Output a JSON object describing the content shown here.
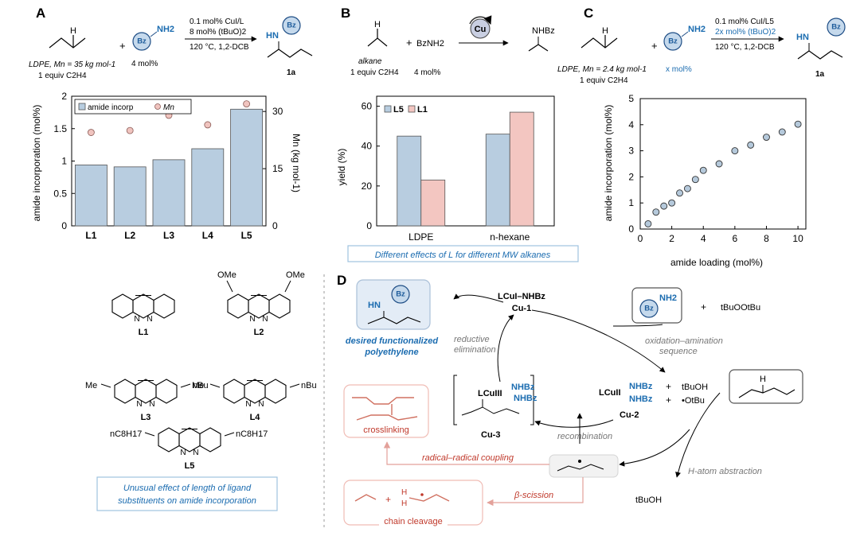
{
  "panel_labels": {
    "a": "A",
    "b": "B",
    "c": "C",
    "d": "D"
  },
  "colors": {
    "bar_blue": "#b8cde0",
    "bar_red": "#f3c6c1",
    "dot_pink": "#f0c4bf",
    "dot_blue": "#b5c9db",
    "accent_blue": "#1b6cb0",
    "side_red": "#c0392b"
  },
  "panel_a": {
    "conditions_1": "0.1 mol% CuI/L",
    "conditions_2": "8 mol% (tBuO)2",
    "conditions_3": "120 °C, 1,2-DCB",
    "substrate_1": "LDPE, Mn = 35 kg mol-1",
    "substrate_2": "1 equiv C2H4",
    "reagent_amount": "4 mol%",
    "bz_label": "Bz",
    "nh2": "NH2",
    "hn": "HN",
    "h": "H",
    "plus": "+",
    "product": "1a"
  },
  "panel_b": {
    "cu": "Cu",
    "reagent": "BzNH2",
    "product_group": "NHBz",
    "substrate_1": "alkane",
    "substrate_2": "1 equiv C2H4",
    "reagent_amount": "4 mol%",
    "h": "H",
    "plus": "+",
    "caption": "Different effects of L for different MW alkanes"
  },
  "panel_c": {
    "conditions_1": "0.1 mol% CuI/L5",
    "conditions_2": "2x mol% (tBuO)2",
    "conditions_3": "120 °C, 1,2-DCB",
    "substrate_1": "LDPE, Mn = 2.4 kg mol-1",
    "substrate_2": "1 equiv C2H4",
    "reagent_amount": "x mol%",
    "bz_label": "Bz",
    "nh2": "NH2",
    "hn": "HN",
    "h": "H",
    "plus": "+",
    "product": "1a"
  },
  "ligands": {
    "names": [
      "L1",
      "L2",
      "L3",
      "L4",
      "L5"
    ],
    "substituents": {
      "l2": "OMe",
      "l3": "Me",
      "l4": "nBu",
      "l5": "nC8H17"
    },
    "n": "N",
    "caption": "Unusual effect of length of ligand substituents on amide incorporation"
  },
  "mechanism": {
    "product_caption_1": "desired functionalized",
    "product_caption_2": "polyethylene",
    "bz_label": "Bz",
    "hn": "HN",
    "nh2": "NH2",
    "cu1_formula": "LCuI–NHBz",
    "cu1": "Cu-1",
    "peroxide": "tBuOOtBu",
    "plus": "+",
    "oxidation_1": "oxidation–amination",
    "oxidation_2": "sequence",
    "reductive_1": "reductive",
    "reductive_2": "elimination",
    "cu2_formula": "LCuII",
    "cu2_nhbz": "NHBz",
    "tbuoh": "tBuOH",
    "otbu": "•OtBu",
    "cu2": "Cu-2",
    "cu3_formula": "LCuIII",
    "cu3": "Cu-3",
    "recombination": "recombination",
    "h": "H",
    "hat": "H-atom abstraction",
    "tbuoh_bottom": "tBuOH",
    "crosslinking": "crosslinking",
    "rr_coupling": "radical–radical coupling",
    "beta_scission": "β-scission",
    "chain_cleavage": "chain cleavage"
  },
  "chart_data": [
    {
      "type": "bar",
      "panel": "A",
      "categories": [
        "L1",
        "L2",
        "L3",
        "L4",
        "L5"
      ],
      "series": [
        {
          "name": "amide incorp",
          "values": [
            0.94,
            0.91,
            1.02,
            1.19,
            1.8
          ]
        },
        {
          "name": "Mn",
          "values": [
            24.5,
            25.0,
            29.0,
            26.5,
            32.0
          ]
        }
      ],
      "xlabel": "",
      "ylabel": "amide incorporation (mol%)",
      "y2label": "Mn (kg mol-1)",
      "ylim": [
        0,
        2
      ],
      "y2lim": [
        0,
        34
      ],
      "yticks": [
        "0",
        "0.5",
        "1",
        "1.5",
        "2"
      ],
      "y2ticks": [
        "0",
        "15",
        "30"
      ],
      "legend": "top-left"
    },
    {
      "type": "bar",
      "panel": "B",
      "categories": [
        "LDPE",
        "n-hexane"
      ],
      "series": [
        {
          "name": "L5",
          "values": [
            45,
            46
          ]
        },
        {
          "name": "L1",
          "values": [
            23,
            57
          ]
        }
      ],
      "xlabel": "",
      "ylabel": "yield (%)",
      "ylim": [
        0,
        65
      ],
      "yticks": [
        "0",
        "20",
        "40",
        "60"
      ],
      "legend": "top-left"
    },
    {
      "type": "scatter",
      "panel": "C",
      "x": [
        0.5,
        1,
        1.5,
        2,
        2.5,
        3,
        3.5,
        4,
        5,
        6,
        7,
        8,
        9,
        10
      ],
      "y": [
        0.2,
        0.65,
        0.88,
        1.0,
        1.38,
        1.55,
        1.9,
        2.25,
        2.5,
        3.0,
        3.22,
        3.52,
        3.72,
        4.02
      ],
      "xlabel": "amide loading (mol%)",
      "ylabel": "amide incorporation (mol%)",
      "xlim": [
        0,
        10.5
      ],
      "ylim": [
        0,
        5
      ],
      "xticks": [
        "0",
        "2",
        "4",
        "6",
        "8",
        "10"
      ],
      "yticks": [
        "0",
        "1",
        "2",
        "3",
        "4",
        "5"
      ]
    }
  ]
}
